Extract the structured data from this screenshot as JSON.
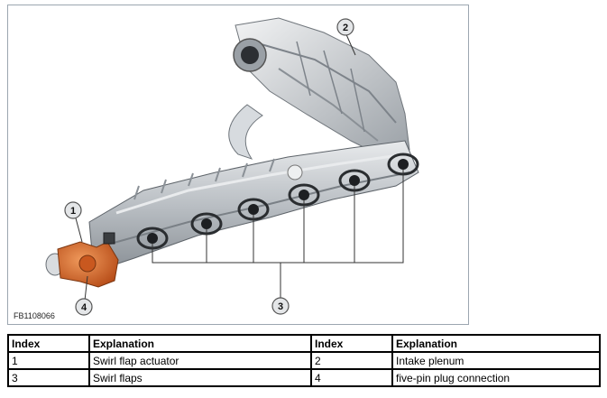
{
  "figure": {
    "code": "FB1108066",
    "callouts": [
      "1",
      "2",
      "3",
      "4"
    ]
  },
  "legend": {
    "headers": [
      "Index",
      "Explanation",
      "Index",
      "Explanation"
    ],
    "rows": [
      [
        "1",
        "Swirl flap actuator",
        "2",
        "Intake plenum"
      ],
      [
        "3",
        "Swirl flaps",
        "4",
        "five-pin plug connection"
      ]
    ]
  },
  "colors": {
    "frame": "#9ca6b0",
    "metal": "#c4c8cc",
    "actuator": "#d9662a"
  }
}
